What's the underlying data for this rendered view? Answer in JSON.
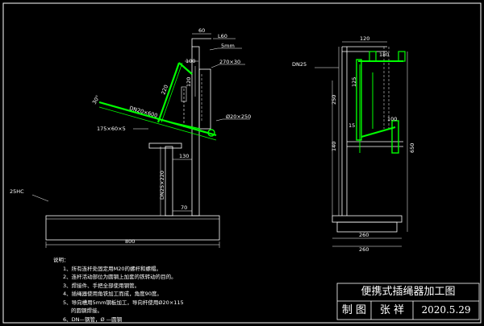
{
  "drawing": {
    "dims": {
      "d60": "60",
      "d100_top": "100",
      "d120_side": "120",
      "d220": "220",
      "d30": "30°",
      "d130": "130",
      "d70": "70",
      "d800": "800",
      "d120_right": "120",
      "d180": "180",
      "d125": "125",
      "d250": "250",
      "d15": "15",
      "d100_right": "100",
      "d140": "140",
      "d650": "650",
      "d260_a": "260",
      "d260_b": "260"
    },
    "callouts": {
      "l60": "L60",
      "plate5": "5mm",
      "tube270": "270×30",
      "dn20": "DN20×600",
      "phi20": "Ø20×250",
      "plate175": "175×60×5",
      "dn25_220": "DN25×220",
      "base25": "25HC",
      "dn25_right": "DN25"
    }
  },
  "notes": {
    "title": "说明：",
    "lines": [
      "1、所有连杆处固定用M20的螺杆和螺帽。",
      "2、连杆活动部位为圆钢上加套的铁转动的目的。",
      "3、焊接件、手把全部使用钢管。",
      "4、插绳器使用角铁加工而成，角度90度。",
      "5、导向槽用5mm钢板加工，导向杆使用Ø20×115",
      "的圆钢焊接。",
      "6、DN—钢管，Ø —圆钢"
    ]
  },
  "title_block": {
    "title": "便携式插绳器加工图",
    "role": "制 图",
    "name": "张 祥",
    "date": "2020.5.29"
  }
}
